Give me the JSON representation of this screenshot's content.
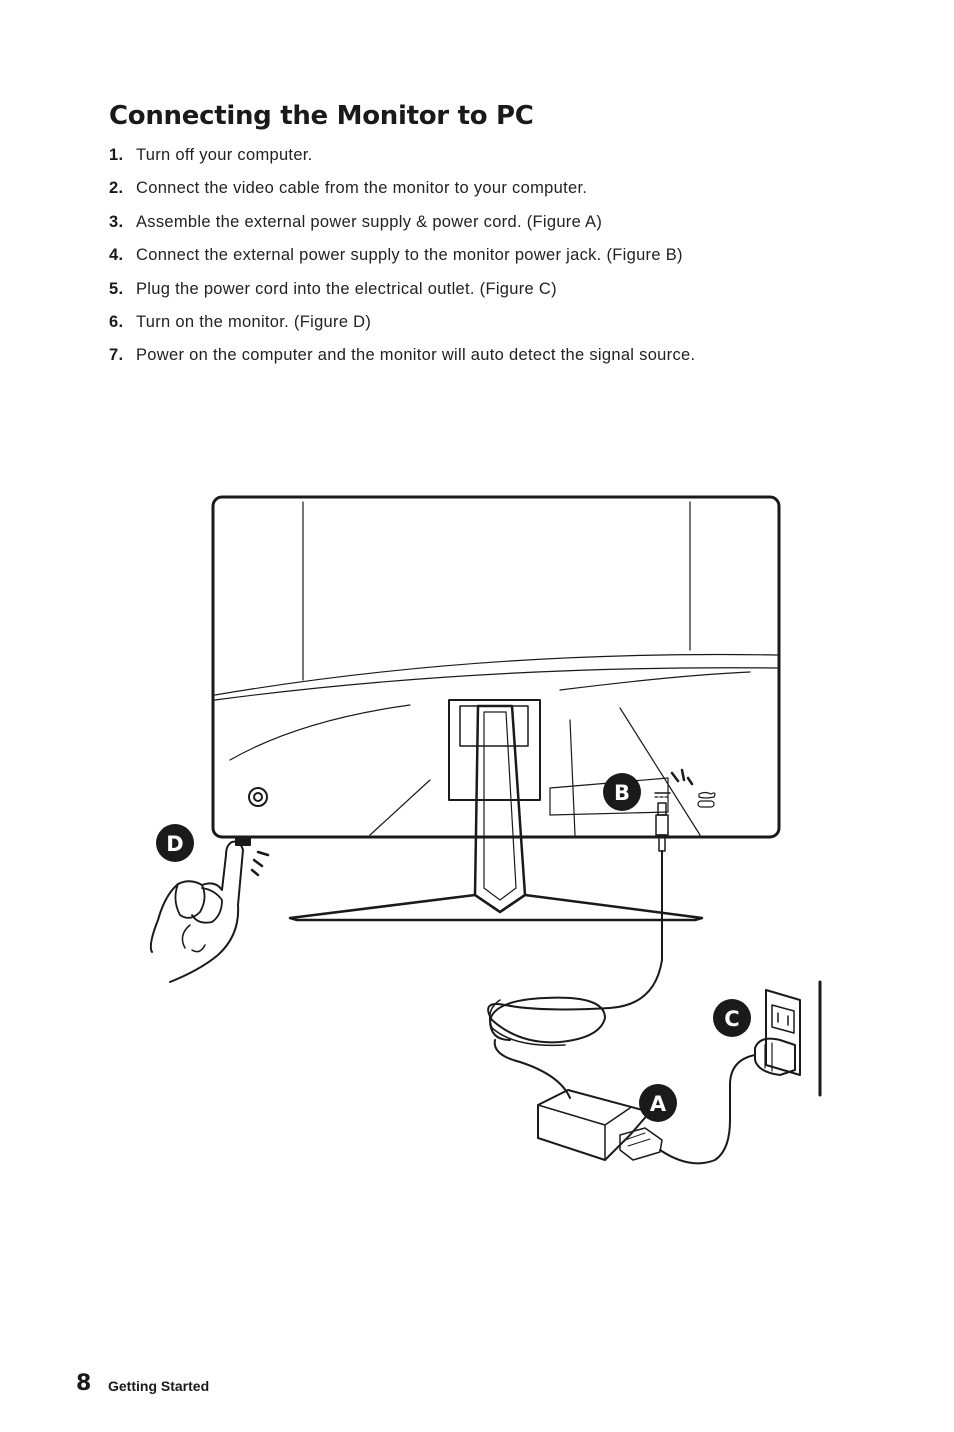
{
  "heading": "Connecting the Monitor to PC",
  "steps": [
    {
      "num": "1.",
      "text": "Turn off your computer."
    },
    {
      "num": "2.",
      "text": "Connect the video cable from the monitor to your computer."
    },
    {
      "num": "3.",
      "text": "Assemble the external power supply & power cord. (Figure A)"
    },
    {
      "num": "4.",
      "text": "Connect the external power supply to the monitor power jack. (Figure B)"
    },
    {
      "num": "5.",
      "text": "Plug the power cord into the electrical outlet. (Figure C)"
    },
    {
      "num": "6.",
      "text": "Turn on the monitor. (Figure D)"
    },
    {
      "num": "7.",
      "text": "Power on the computer and the monitor will auto detect the signal source."
    }
  ],
  "figure": {
    "callouts": {
      "a": "A",
      "b": "B",
      "c": "C",
      "d": "D"
    },
    "icons": [
      "monitor-back",
      "stand",
      "power-button",
      "power-jack",
      "cable",
      "power-adapter",
      "wall-outlet",
      "hand"
    ]
  },
  "footer": {
    "page_number": "8",
    "section": "Getting Started"
  },
  "colors": {
    "text": "#1a1a1a",
    "callout_fill": "#1a1a1a",
    "line": "#1a1a1a"
  }
}
